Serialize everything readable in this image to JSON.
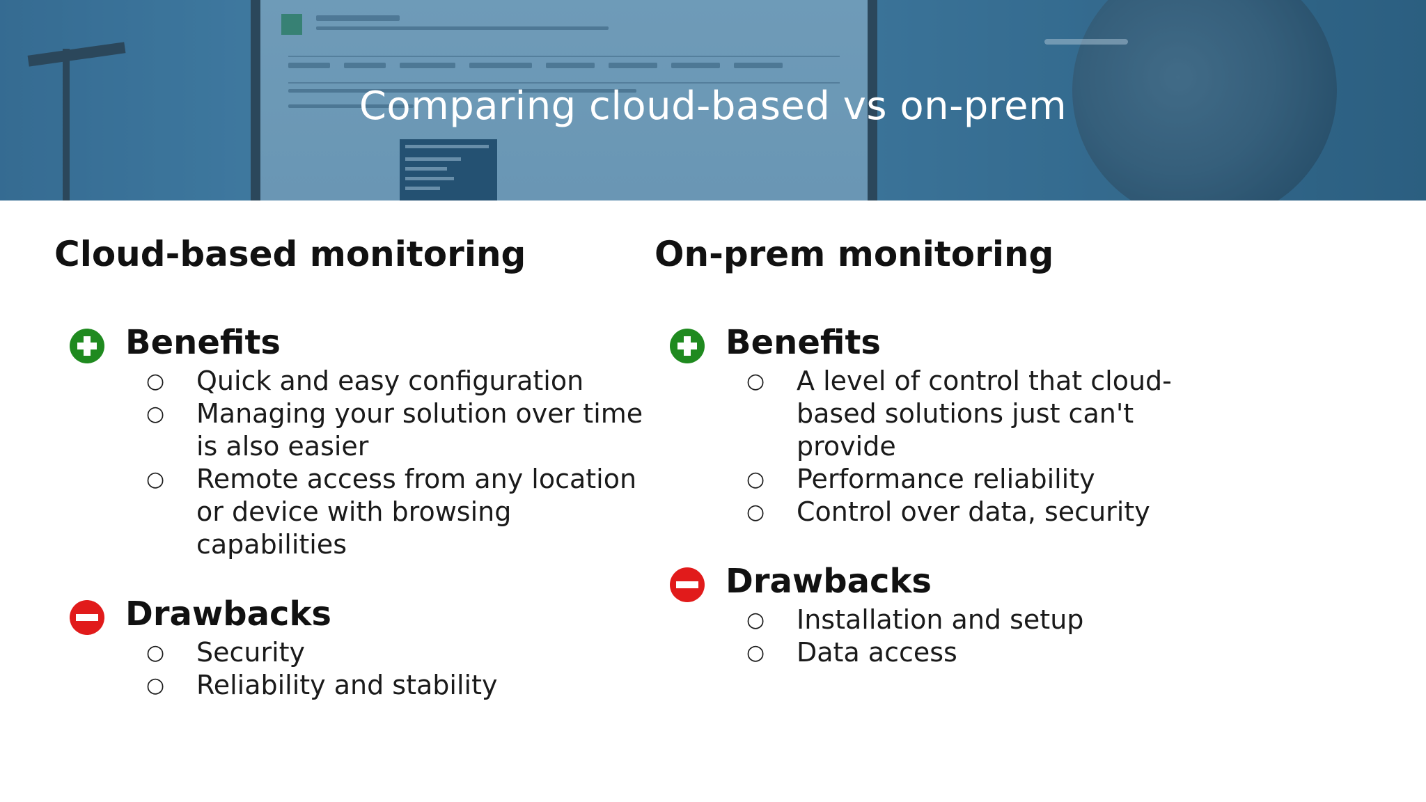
{
  "banner": {
    "title": "Comparing cloud-based vs on-prem"
  },
  "colors": {
    "benefit_icon": "#1f8a1f",
    "drawback_icon": "#e11b1b",
    "text": "#111111",
    "banner_tint": "#3d7aa3"
  },
  "left": {
    "heading": "Cloud-based monitoring",
    "benefits": {
      "icon": "plus-circle-icon",
      "title": "Benefits",
      "items": [
        "Quick and easy configuration",
        "Managing your solution over time is also easier",
        "Remote access from any location or device with browsing capabilities"
      ]
    },
    "drawbacks": {
      "icon": "minus-circle-icon",
      "title": "Drawbacks",
      "items": [
        "Security",
        "Reliability and stability"
      ]
    }
  },
  "right": {
    "heading": "On-prem monitoring",
    "benefits": {
      "icon": "plus-circle-icon",
      "title": "Benefits",
      "items": [
        "A level of control that cloud-based solutions just can't provide",
        "Performance reliability",
        "Control over data, security"
      ]
    },
    "drawbacks": {
      "icon": "minus-circle-icon",
      "title": "Drawbacks",
      "items": [
        "Installation and setup",
        "Data access"
      ]
    }
  }
}
